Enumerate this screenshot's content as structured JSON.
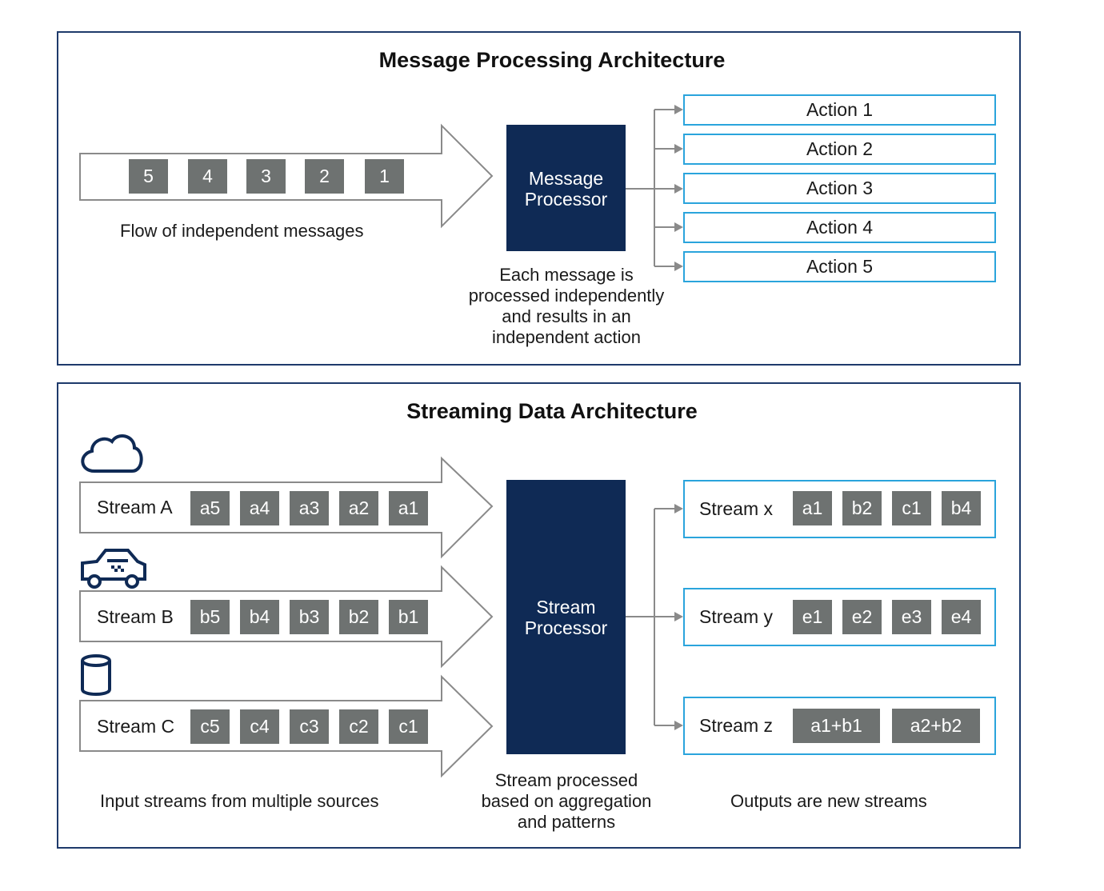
{
  "message_panel": {
    "title": "Message Processing Architecture",
    "messages": [
      "5",
      "4",
      "3",
      "2",
      "1"
    ],
    "flow_caption": "Flow of independent messages",
    "processor": [
      "Message",
      "Processor"
    ],
    "processor_caption": [
      "Each message is",
      "processed independently",
      "and results in an",
      "independent action"
    ],
    "actions": [
      "Action 1",
      "Action 2",
      "Action 3",
      "Action 4",
      "Action 5"
    ]
  },
  "streaming_panel": {
    "title": "Streaming Data Architecture",
    "sources": [
      {
        "icon": "cloud-icon",
        "name": "Stream A",
        "items": [
          "a5",
          "a4",
          "a3",
          "a2",
          "a1"
        ]
      },
      {
        "icon": "car-icon",
        "name": "Stream B",
        "items": [
          "b5",
          "b4",
          "b3",
          "b2",
          "b1"
        ]
      },
      {
        "icon": "database-icon",
        "name": "Stream C",
        "items": [
          "c5",
          "c4",
          "c3",
          "c2",
          "c1"
        ]
      }
    ],
    "inputs_caption": "Input streams from multiple sources",
    "processor": [
      "Stream",
      "Processor"
    ],
    "processor_caption": [
      "Stream processed",
      "based on aggregation",
      "and patterns"
    ],
    "outputs": [
      {
        "name": "Stream x",
        "items": [
          "a1",
          "b2",
          "c1",
          "b4"
        ]
      },
      {
        "name": "Stream y",
        "items": [
          "e1",
          "e2",
          "e3",
          "e4"
        ]
      },
      {
        "name": "Stream z",
        "items": [
          "a1+b1",
          "a2+b2"
        ]
      }
    ],
    "outputs_caption": "Outputs are new streams"
  },
  "colors": {
    "panel_border": "#1e3a6b",
    "processor_fill": "#0f2a55",
    "chip_fill": "#6e7271",
    "box_border": "#2aa4dc",
    "arrow_stroke": "#8a8a8a"
  }
}
